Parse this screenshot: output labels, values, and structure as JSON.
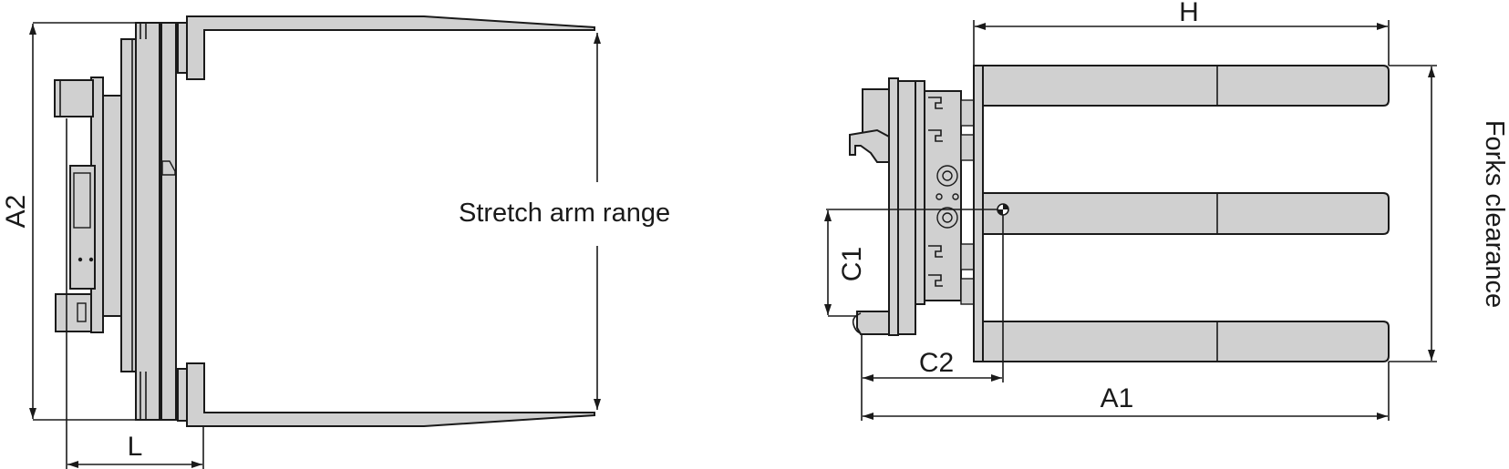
{
  "left_view": {
    "labels": {
      "a2": "A2",
      "l": "L",
      "stretch_arm_range": "Stretch arm range"
    }
  },
  "right_view": {
    "labels": {
      "h": "H",
      "forks_clearance": "Forks clearance",
      "c1": "C1",
      "c2": "C2",
      "a1": "A1"
    }
  },
  "colors": {
    "part_fill": "#d0d0d0",
    "line": "#1a1a1a"
  }
}
